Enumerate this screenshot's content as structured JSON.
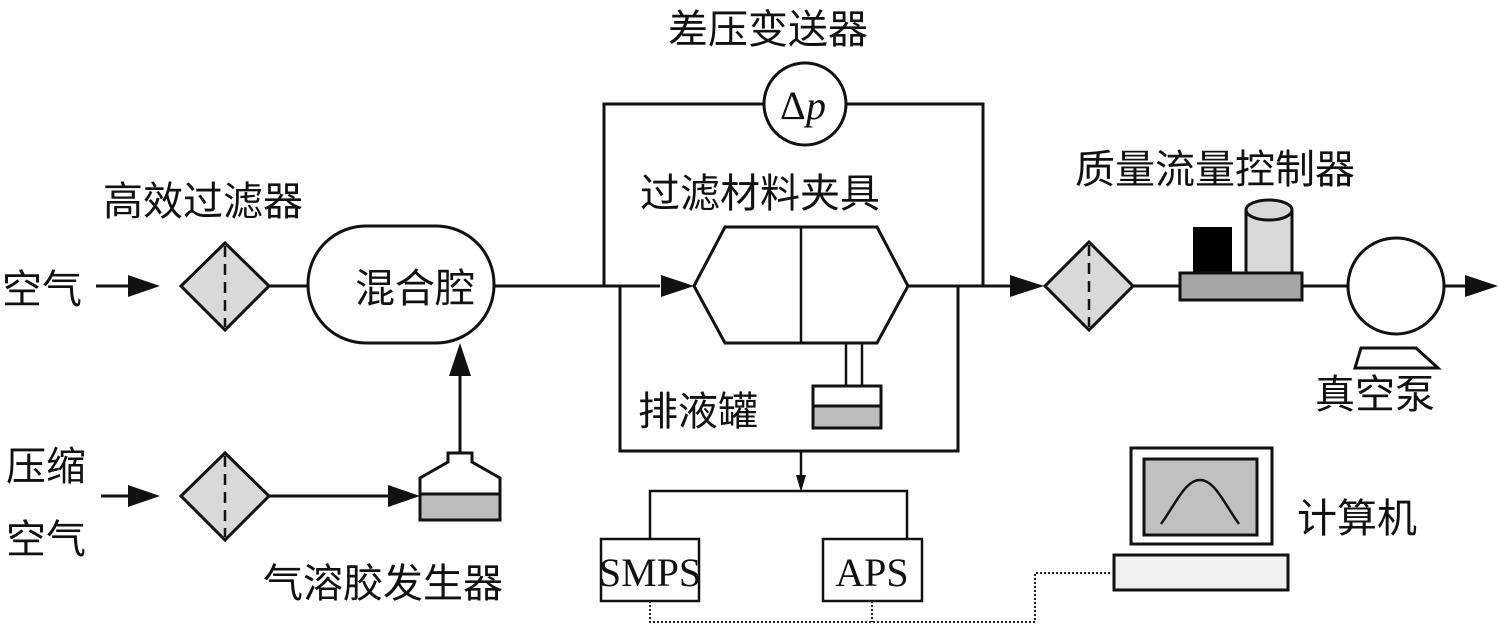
{
  "colors": {
    "line": "#111111",
    "filter_fill": "#d9d9d9",
    "liquid_fill": "#bdbdbd",
    "mfc_base_fill": "#a6a6a6",
    "mfc_block_fill": "#000000",
    "mfc_cylinder_fill": "#d9d9d9",
    "screen_fill": "#c0c0c0",
    "keyboard_fill": "#f0f0f0"
  },
  "labels": {
    "air_in": "空气",
    "compressed_air_line1": "压缩",
    "compressed_air_line2": "空气",
    "hepa_filter": "高效过滤器",
    "mixing_chamber": "混合腔",
    "aerosol_generator": "气溶胶发生器",
    "dp_transmitter": "差压变送器",
    "dp_symbol_delta": "Δ",
    "dp_symbol_p": "p",
    "filter_holder": "过滤材料夹具",
    "drain_tank": "排液罐",
    "mass_flow_controller": "质量流量控制器",
    "vacuum_pump": "真空泵",
    "computer": "计算机",
    "smps": "SMPS",
    "aps": "APS"
  },
  "icons": {
    "hepa_filter": "filter-diamond-icon",
    "aerosol_generator": "bottle-icon",
    "filter_holder": "hexagon-holder-icon",
    "drain_tank": "tank-icon",
    "mfc": "mass-flow-controller-icon",
    "pump": "pump-icon",
    "computer": "computer-icon"
  }
}
